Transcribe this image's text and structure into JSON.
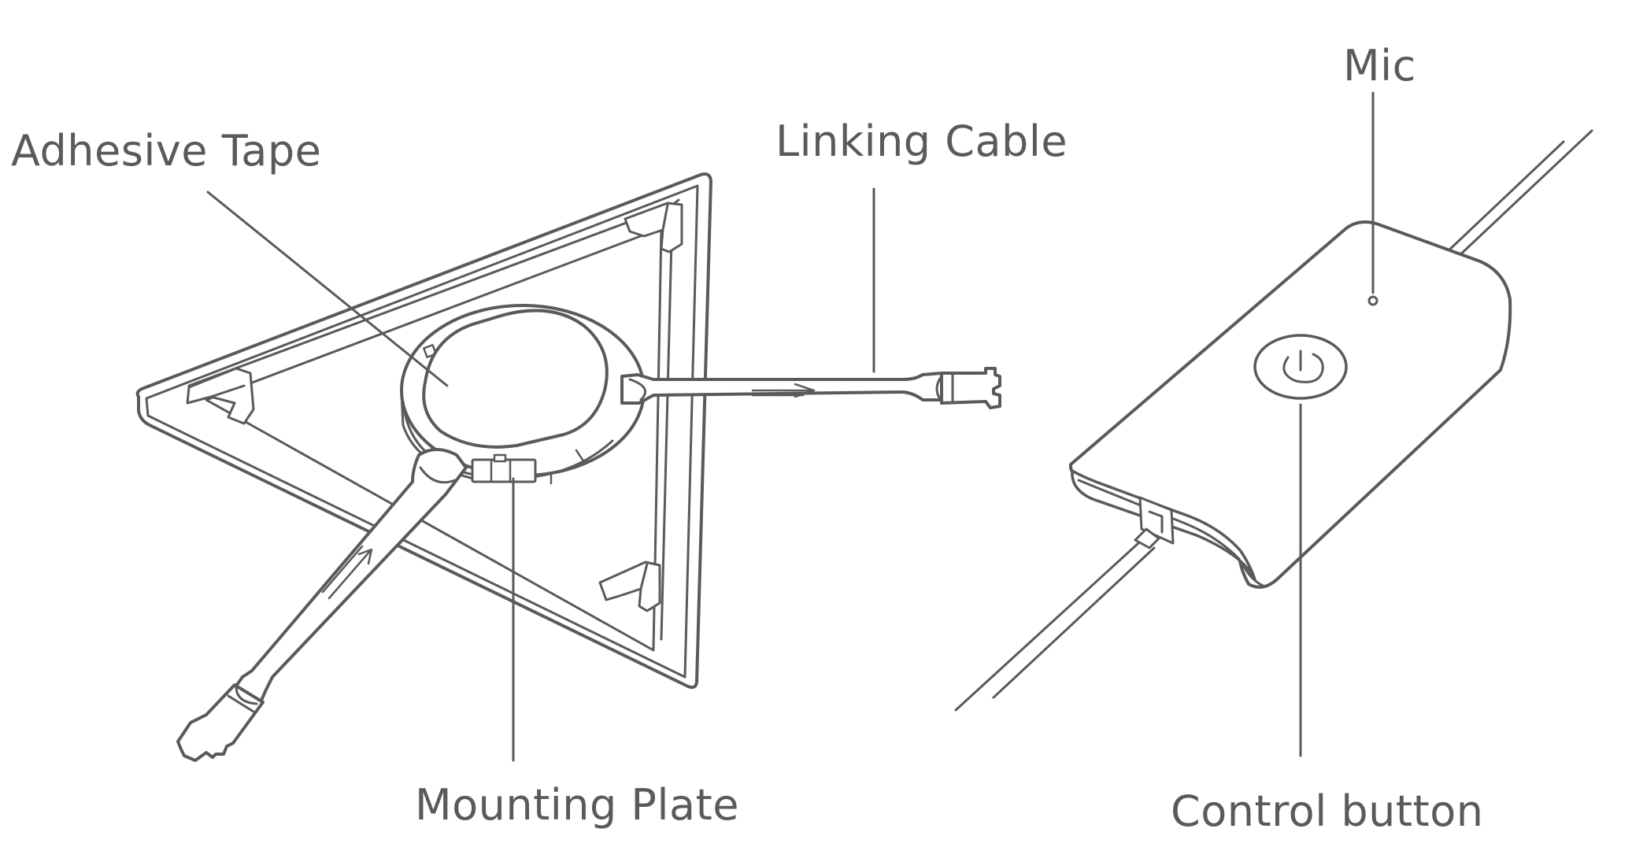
{
  "diagram": {
    "labels": {
      "adhesive_tape": "Adhesive Tape",
      "linking_cable": "Linking Cable",
      "mic": "Mic",
      "mounting_plate": "Mounting Plate",
      "control_button": "Control button"
    },
    "colors": {
      "line": "#5a5a5a",
      "background": "#ffffff"
    }
  }
}
